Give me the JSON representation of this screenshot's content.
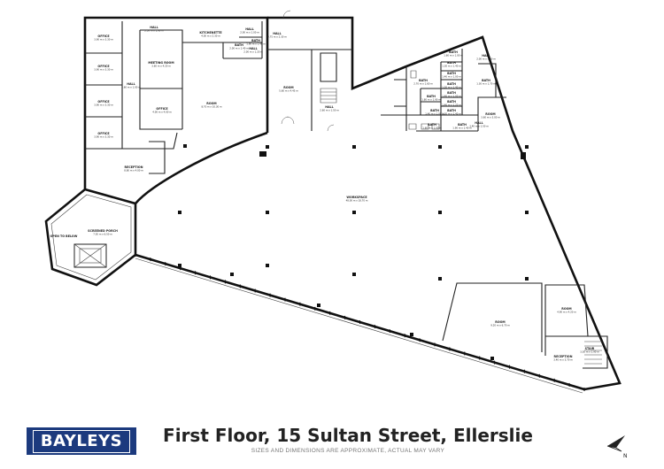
{
  "footer": {
    "brand": "BAYLEYS",
    "title": "First Floor, 15 Sultan Street, Ellerslie",
    "note": "SIZES AND DIMENSIONS ARE APPROXIMATE, ACTUAL MAY VARY",
    "north_label": "N"
  },
  "colors": {
    "brand": "#1c3a7e",
    "walls": "#111111"
  },
  "rooms": [
    {
      "label": "OFFICE",
      "dim": "3.90 m x 3.30 m"
    },
    {
      "label": "HALL",
      "dim": "2.30 m x 1.90 m"
    },
    {
      "label": "KITCHENETTE",
      "dim": "4.00 m x 2.30 m"
    },
    {
      "label": "HALL",
      "dim": "2.00 m x 1.00 m"
    },
    {
      "label": "HALL",
      "dim": "4.75 m x 2.30 m"
    },
    {
      "label": "OFFICE",
      "dim": "3.90 m x 3.30 m"
    },
    {
      "label": "MEETING ROOM",
      "dim": "3.60 m x 4.20 m"
    },
    {
      "label": "BATH",
      "dim": "2.00 m x 1.40 m"
    },
    {
      "label": "BATH",
      "dim": "1.90 m x 1.40 m"
    },
    {
      "label": "HALL",
      "dim": "2.00 m x 1.20 m"
    },
    {
      "label": "OFFICE",
      "dim": "3.90 m x 3.30 m"
    },
    {
      "label": "HALL",
      "dim": "5.60 m x 1.00 m"
    },
    {
      "label": "ROOM",
      "dim": "8.70 m x 10.30 m"
    },
    {
      "label": "ROOM",
      "dim": "5.60 m x 4.45 m"
    },
    {
      "label": "OFFICE",
      "dim": "4.00 m x 4.00 m"
    },
    {
      "label": "HALL",
      "dim": "2.60 m x 1.50 m"
    },
    {
      "label": "OFFICE",
      "dim": "3.90 m x 3.30 m"
    },
    {
      "label": "RECEPTION",
      "dim": "8.80 m x 4.00 m"
    },
    {
      "label": "WORKSPACE",
      "dim": "48.00 m x 18.70 m"
    },
    {
      "label": "SCREENED PORCH",
      "dim": "7.50 m x 6.50 m"
    },
    {
      "label": "OPEN TO BELOW",
      "dim": ""
    },
    {
      "label": "ROOM",
      "dim": "9.20 m x 6.70 m"
    },
    {
      "label": "ROOM",
      "dim": "4.90 m x 4.20 m"
    },
    {
      "label": "STAIR",
      "dim": "3.50 m x 1.90 m"
    },
    {
      "label": "RECEPTION",
      "dim": "3.40 m x 3.70 m"
    },
    {
      "label": "BATH",
      "dim": "2.70 m x 1.60 m"
    },
    {
      "label": "BATH",
      "dim": "1.60 m x 1.00 m"
    },
    {
      "label": "BATH",
      "dim": "1.30 m x 1.40 m"
    },
    {
      "label": "BATH",
      "dim": "1.40 m x 1.00 m"
    },
    {
      "label": "BATH",
      "dim": "1.20 m x 1.40 m"
    },
    {
      "label": "BATH",
      "dim": "1.40 m x 1.00 m"
    },
    {
      "label": "BATH",
      "dim": "1.80 m x 1.90 m"
    },
    {
      "label": "BATH",
      "dim": "1.40 m x 1.20 m"
    },
    {
      "label": "BATH",
      "dim": "1.40 m x 1.00 m"
    },
    {
      "label": "BATH",
      "dim": "1.30 m x 1.40 m"
    },
    {
      "label": "BATH",
      "dim": "1.60 m x 1.00 m"
    },
    {
      "label": "BATH",
      "dim": "1.90 m x 1.40 m"
    },
    {
      "label": "BATH",
      "dim": "1.30 m x 1.70 m"
    },
    {
      "label": "ROOM",
      "dim": "3.60 m x 3.00 m"
    },
    {
      "label": "HALL",
      "dim": "2.00 m x 1.30 m"
    },
    {
      "label": "HALL",
      "dim": "3.40 m x 1.50 m"
    }
  ]
}
